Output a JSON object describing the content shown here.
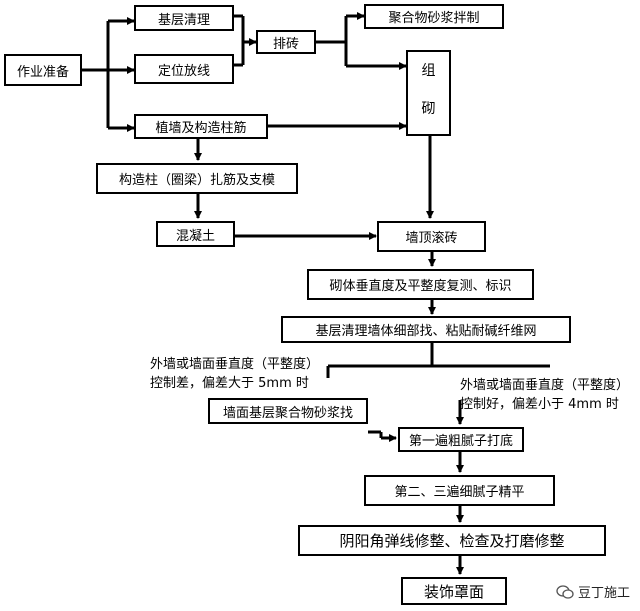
{
  "nodes": {
    "prep": "作业准备",
    "base_clean": "基层清理",
    "position": "定位放线",
    "arrange": "排砖",
    "mortar_mix": "聚合物砂浆拌制",
    "build_1": "组",
    "build_2": "砌",
    "plant": "植墙及构造柱筋",
    "column": "构造柱（圈梁）扎筋及支模",
    "pour": "混凝土",
    "top_brick": "墙顶滚砖",
    "recheck": "砌体垂直度及平整度复测、标识",
    "detail": "基层清理墙体细部找、粘贴耐碱纤维网",
    "base_mortar": "墙面基层聚合物砂浆找",
    "putty1": "第一遍粗腻子打底",
    "putty23": "第二、三遍细腻子精平",
    "corner": "阴阳角弹线修整、检查及打磨修整",
    "finish": "装饰罩面"
  },
  "notes": {
    "left_line1": "外墙或墙面垂直度（平整度）",
    "left_line2": "控制差，偏差大于 5mm 时",
    "right_line1": "外墙或墙面垂直度（平整度）",
    "right_line2": "控制好，偏差小于 4mm 时"
  },
  "watermark": "豆丁施工"
}
